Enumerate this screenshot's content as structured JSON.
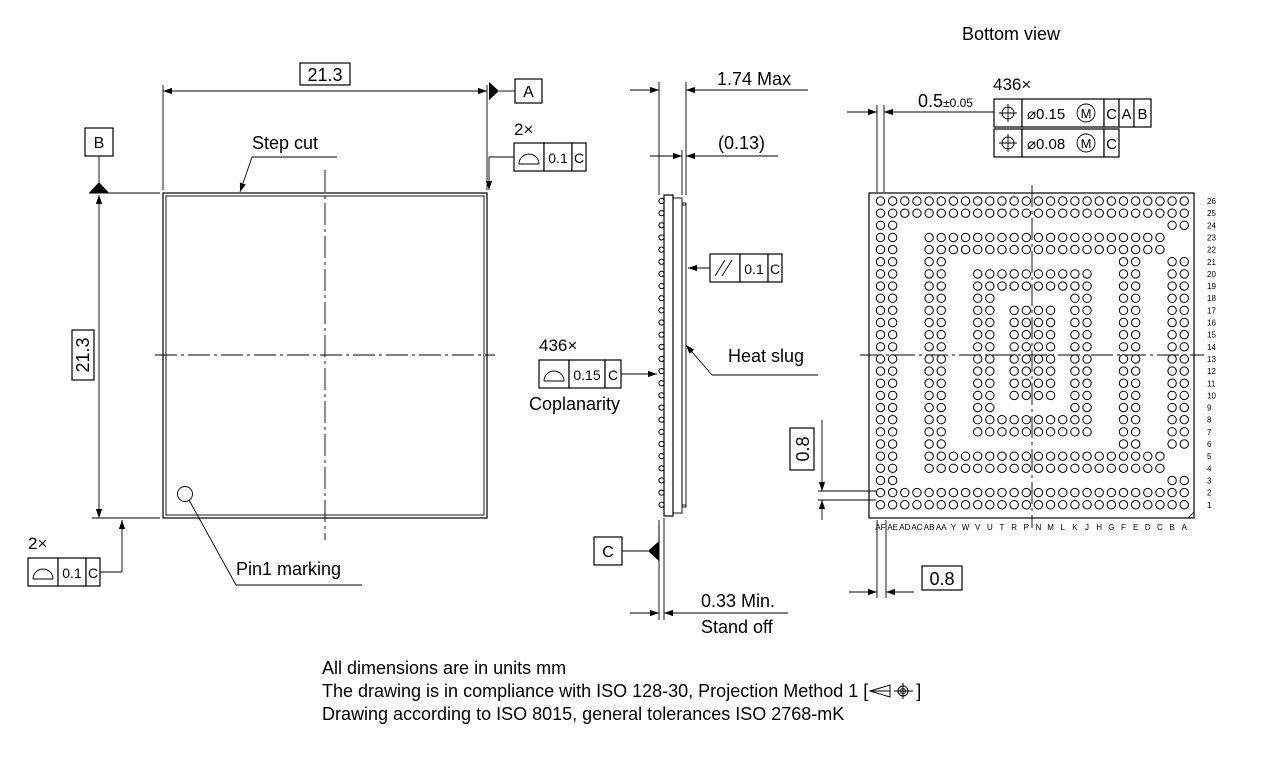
{
  "top_view": {
    "width_dim": "21.3",
    "height_dim": "21.3",
    "datum_a": "A",
    "datum_b": "B",
    "step_cut_label": "Step cut",
    "pin1_label": "Pin1 marking",
    "flatness_right": {
      "count": "2×",
      "tol": "0.1",
      "datum": "C"
    },
    "flatness_left": {
      "count": "2×",
      "tol": "0.1",
      "datum": "C"
    }
  },
  "side_view": {
    "height_max": "1.74 Max",
    "slug_dim": "(0.13)",
    "parallelism": {
      "tol": "0.1",
      "datum": "C"
    },
    "coplanarity": {
      "count": "436×",
      "tol": "0.15",
      "datum": "C",
      "label": "Coplanarity"
    },
    "heat_slug_label": "Heat slug",
    "datum_c": "C",
    "standoff_value": "0.33 Min.",
    "standoff_label": "Stand off"
  },
  "bottom_view": {
    "title": "Bottom view",
    "ball_count": "436×",
    "ball_dia": "0.5",
    "ball_tol": "±0.05",
    "pos_tol_1": {
      "tol": "0.15",
      "mod": "M",
      "datums": [
        "C",
        "A",
        "B"
      ]
    },
    "pos_tol_2": {
      "tol": "0.08",
      "mod": "M",
      "datums": [
        "C"
      ]
    },
    "pitch_vertical": "0.8",
    "pitch_horizontal": "0.8",
    "row_labels": [
      "26",
      "25",
      "24",
      "23",
      "22",
      "21",
      "20",
      "19",
      "18",
      "17",
      "16",
      "15",
      "14",
      "13",
      "12",
      "11",
      "10",
      "9",
      "8",
      "7",
      "6",
      "5",
      "4",
      "3",
      "2",
      "1"
    ],
    "col_labels": [
      "AF",
      "AE",
      "AD",
      "AC",
      "AB",
      "AA",
      "Y",
      "W",
      "V",
      "U",
      "T",
      "R",
      "P",
      "N",
      "M",
      "L",
      "K",
      "J",
      "H",
      "G",
      "F",
      "E",
      "D",
      "C",
      "B",
      "A"
    ],
    "ball_map": [
      "##########################",
      "##########################",
      "##......................##",
      "##..####################..",
      "##..####################..",
      "##..##..............##..##",
      "##..##..##########..##..##",
      "##..##..##########..##..##",
      "##..##..##......##..##..##",
      "##..##..##.####.##..##..##",
      "##..##..##.####.##..##..##",
      "##..##..##.####.##..##..##",
      "##..##..##.####.##..##..##",
      "##..##..##.####.##..##..##",
      "##..##..##.####.##..##..##",
      "##..##..##.####.##..##..##",
      "##..##..##.####.##..##..##",
      "##..##..##......##..##..##",
      "##..##..##########..##..##",
      "##..##..##########..##..##",
      "##..##..............##..##",
      "##..####################..",
      "##..####################..",
      "##......................##",
      "##########################",
      "##########################"
    ]
  },
  "notes": [
    "All dimensions are in units mm",
    "The drawing is in compliance with ISO 128-30, Projection Method 1 [",
    "]",
    "Drawing according to ISO 8015, general tolerances ISO 2768-mK"
  ]
}
